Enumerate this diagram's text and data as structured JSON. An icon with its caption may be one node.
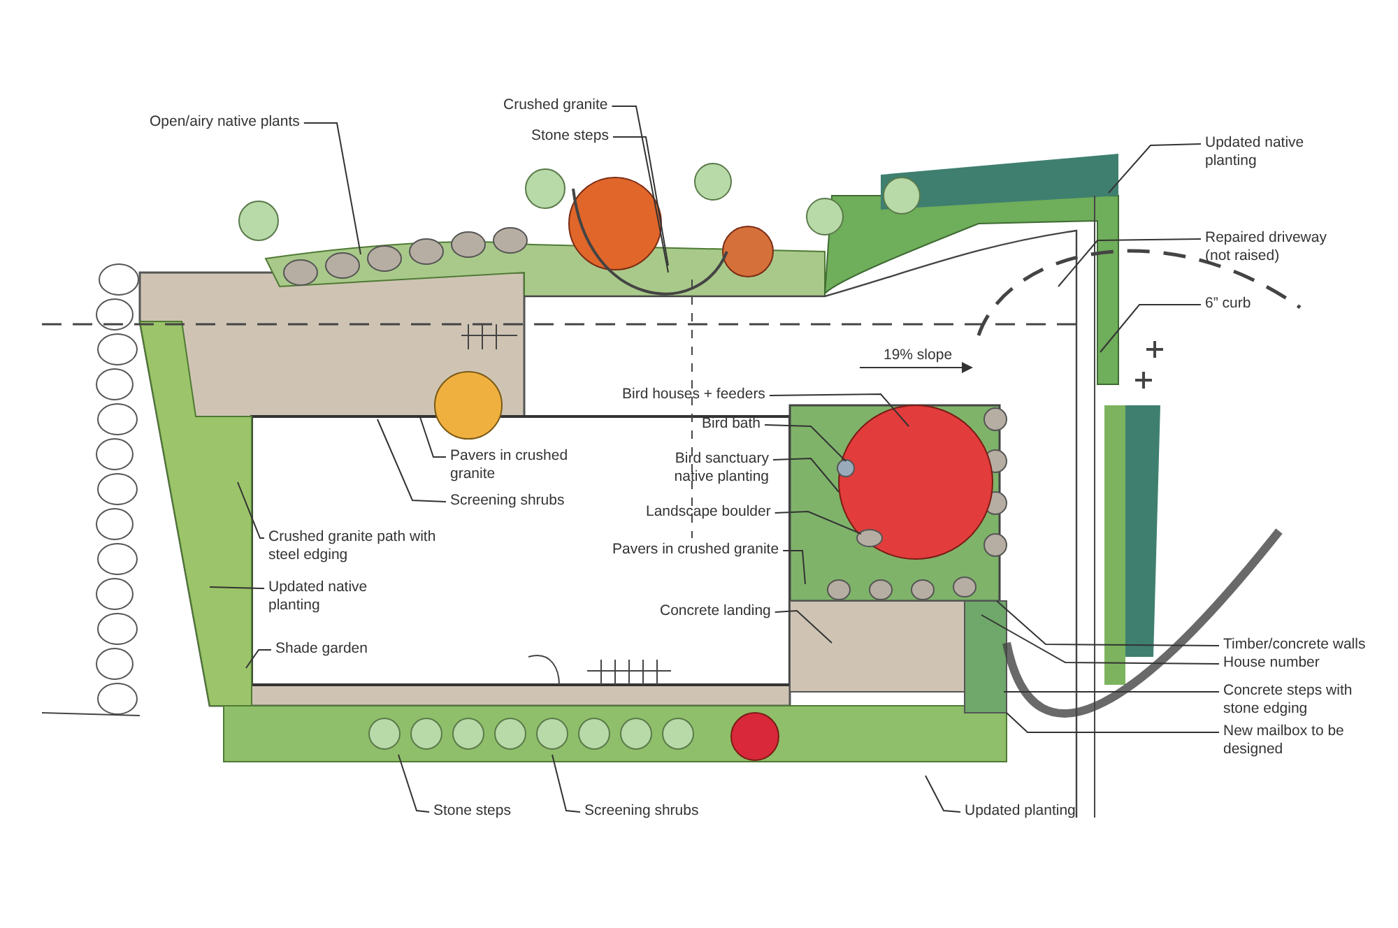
{
  "diagram": {
    "nodes": [
      {
        "text": [
          "Open/airy native plants"
        ]
      },
      {
        "text": [
          "Crushed granite"
        ]
      },
      {
        "text": [
          "Stone steps"
        ]
      },
      {
        "text": [
          "Updated native planting"
        ]
      },
      {
        "text": [
          "Repaired driveway (not raised)"
        ]
      },
      {
        "text": [
          "6” curb"
        ]
      },
      {
        "text": [
          "Bird houses + feeders"
        ]
      },
      {
        "text": [
          "Bird bath"
        ]
      },
      {
        "text": [
          "Bird sanctuary native planting"
        ]
      },
      {
        "text": [
          "Landscape boulder"
        ]
      },
      {
        "text": [
          "Pavers in crushed granite"
        ]
      },
      {
        "text": [
          "Pavers in crushed granite"
        ]
      },
      {
        "text": [
          "Screening shrubs"
        ]
      },
      {
        "text": [
          "Crushed granite path with steel edging"
        ]
      },
      {
        "text": [
          "Updated native planting"
        ]
      },
      {
        "text": [
          "Concrete landing"
        ]
      },
      {
        "text": [
          "Timber/concrete walls"
        ]
      },
      {
        "text": [
          "House number"
        ]
      },
      {
        "text": [
          "Shade garden"
        ]
      },
      {
        "text": [
          "Concrete steps with stone edging"
        ]
      },
      {
        "text": [
          "New mailbox to be designed"
        ]
      },
      {
        "text": [
          "Stone steps"
        ]
      },
      {
        "text": [
          "Screening shrubs"
        ]
      },
      {
        "text": [
          "Updated planting"
        ]
      }
    ],
    "edges": [
      {
        "from": 0,
        "to": null,
        "arrow": "none"
      },
      {
        "from": 1,
        "to": null,
        "arrow": "none"
      },
      {
        "from": 2,
        "to": null,
        "arrow": "none"
      },
      {
        "from": 3,
        "to": null,
        "arrow": "none"
      },
      {
        "from": 4,
        "to": null,
        "arrow": "none"
      },
      {
        "from": 5,
        "to": null,
        "arrow": "none"
      },
      {
        "from": 6,
        "to": null,
        "arrow": "none"
      },
      {
        "from": 7,
        "to": null,
        "arrow": "none"
      },
      {
        "from": 8,
        "to": null,
        "arrow": "none"
      },
      {
        "from": 9,
        "to": null,
        "arrow": "none"
      },
      {
        "from": 10,
        "to": null,
        "arrow": "none"
      },
      {
        "from": 11,
        "to": null,
        "arrow": "none"
      },
      {
        "from": 12,
        "to": null,
        "arrow": "none"
      },
      {
        "from": 13,
        "to": null,
        "arrow": "none"
      },
      {
        "from": 14,
        "to": null,
        "arrow": "none"
      },
      {
        "from": 15,
        "to": null,
        "arrow": "none"
      },
      {
        "from": 16,
        "to": null,
        "arrow": "none"
      },
      {
        "from": 17,
        "to": null,
        "arrow": "none"
      },
      {
        "from": 18,
        "to": null,
        "arrow": "none"
      },
      {
        "from": 19,
        "to": null,
        "arrow": "none"
      },
      {
        "from": 20,
        "to": null,
        "arrow": "none"
      },
      {
        "from": 21,
        "to": null,
        "arrow": "none"
      },
      {
        "from": 22,
        "to": null,
        "arrow": "none"
      },
      {
        "from": 23,
        "to": null,
        "arrow": "none"
      }
    ],
    "labels": [
      "19% slope"
    ]
  }
}
